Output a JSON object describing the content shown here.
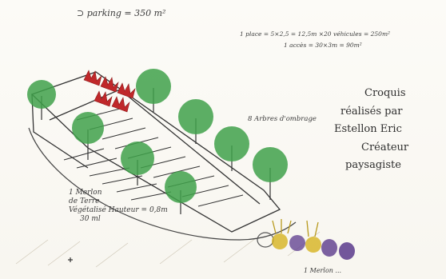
{
  "notes": {
    "parking": "⊃ parking = 350 m²",
    "place": "1 place = 5×2,5 = 12,5m ×20 véhicules = 250m²",
    "acces": "1 accès = 30×3m = 90m²",
    "arbres": "8 Arbres d'ombrage",
    "merlon": [
      "1 Merlon",
      "de Terre",
      "Végétalisé  Hauteur = 0,8m",
      "30 ml"
    ],
    "bottom": "1 Merlon ..."
  },
  "caption": {
    "lines": [
      "Croquis",
      "réalisés par",
      "Estellon Eric",
      "Créateur",
      "paysagiste"
    ]
  },
  "colors": {
    "tree": "#3fa14a",
    "flower_red": "#c0282a",
    "flower_yellow": "#d6b31f",
    "flower_purple": "#5b3a8c",
    "ink": "#333333",
    "caption_text": "#2e2e2e"
  }
}
